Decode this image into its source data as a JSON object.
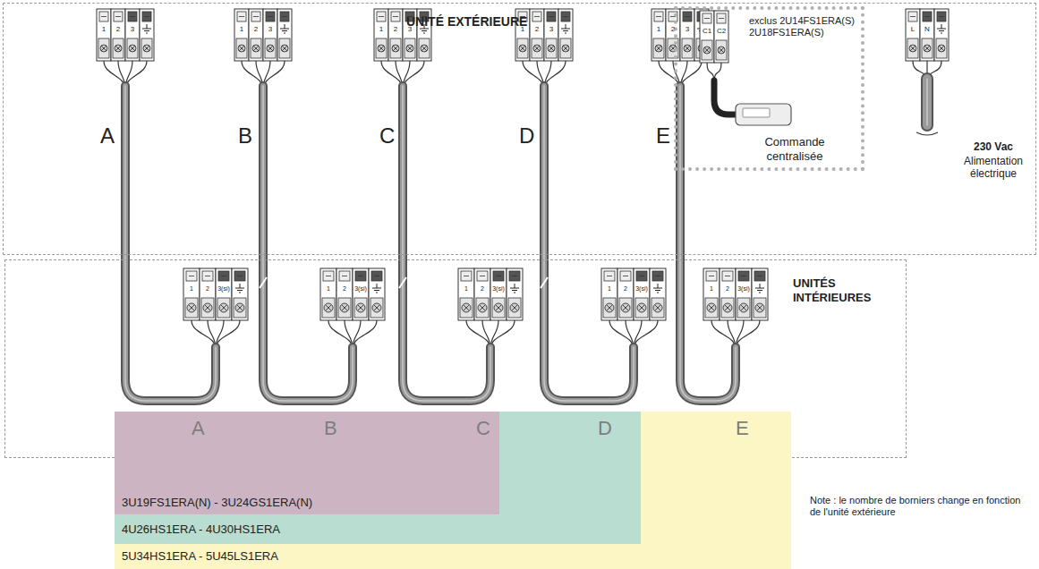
{
  "diagram": {
    "nodes": [
      {
        "text": [
          "UNITÉ EXTÉRIEURE"
        ]
      },
      {
        "text": [
          "exclus 2U14FS1ERA(S) 2U18FS1ERA(S)",
          "Commande centralisée"
        ],
        "in": 0
      },
      {
        "text": [
          "UNITÉS INTÉRIEURES"
        ]
      },
      {
        "text": [
          "A",
          "B",
          "C",
          "3U19FS1ERA(N) - 3U24GS1ERA(N)"
        ]
      },
      {
        "text": [
          "D",
          "4U26HS1ERA - 4U30HS1ERA"
        ]
      },
      {
        "text": [
          "E",
          "5U34HS1ERA - 5U45LS1ERA"
        ]
      }
    ],
    "labels": [
      "A",
      "B",
      "C",
      "D",
      "E",
      "1",
      "2",
      "3",
      "1",
      "2",
      "3",
      "1",
      "2",
      "3",
      "1",
      "2",
      "3",
      "1",
      "2",
      "3",
      "C1",
      "C2",
      "L",
      "N",
      "1",
      "2",
      "3(si)",
      "1",
      "2",
      "3(si)",
      "1",
      "2",
      "3(si)",
      "1",
      "2",
      "3(si)",
      "1",
      "2",
      "3(si)",
      "230 Vac",
      "Alimentation électrique",
      "Note : le nombre de borniers change en fonction de l'unité extérieure"
    ]
  }
}
